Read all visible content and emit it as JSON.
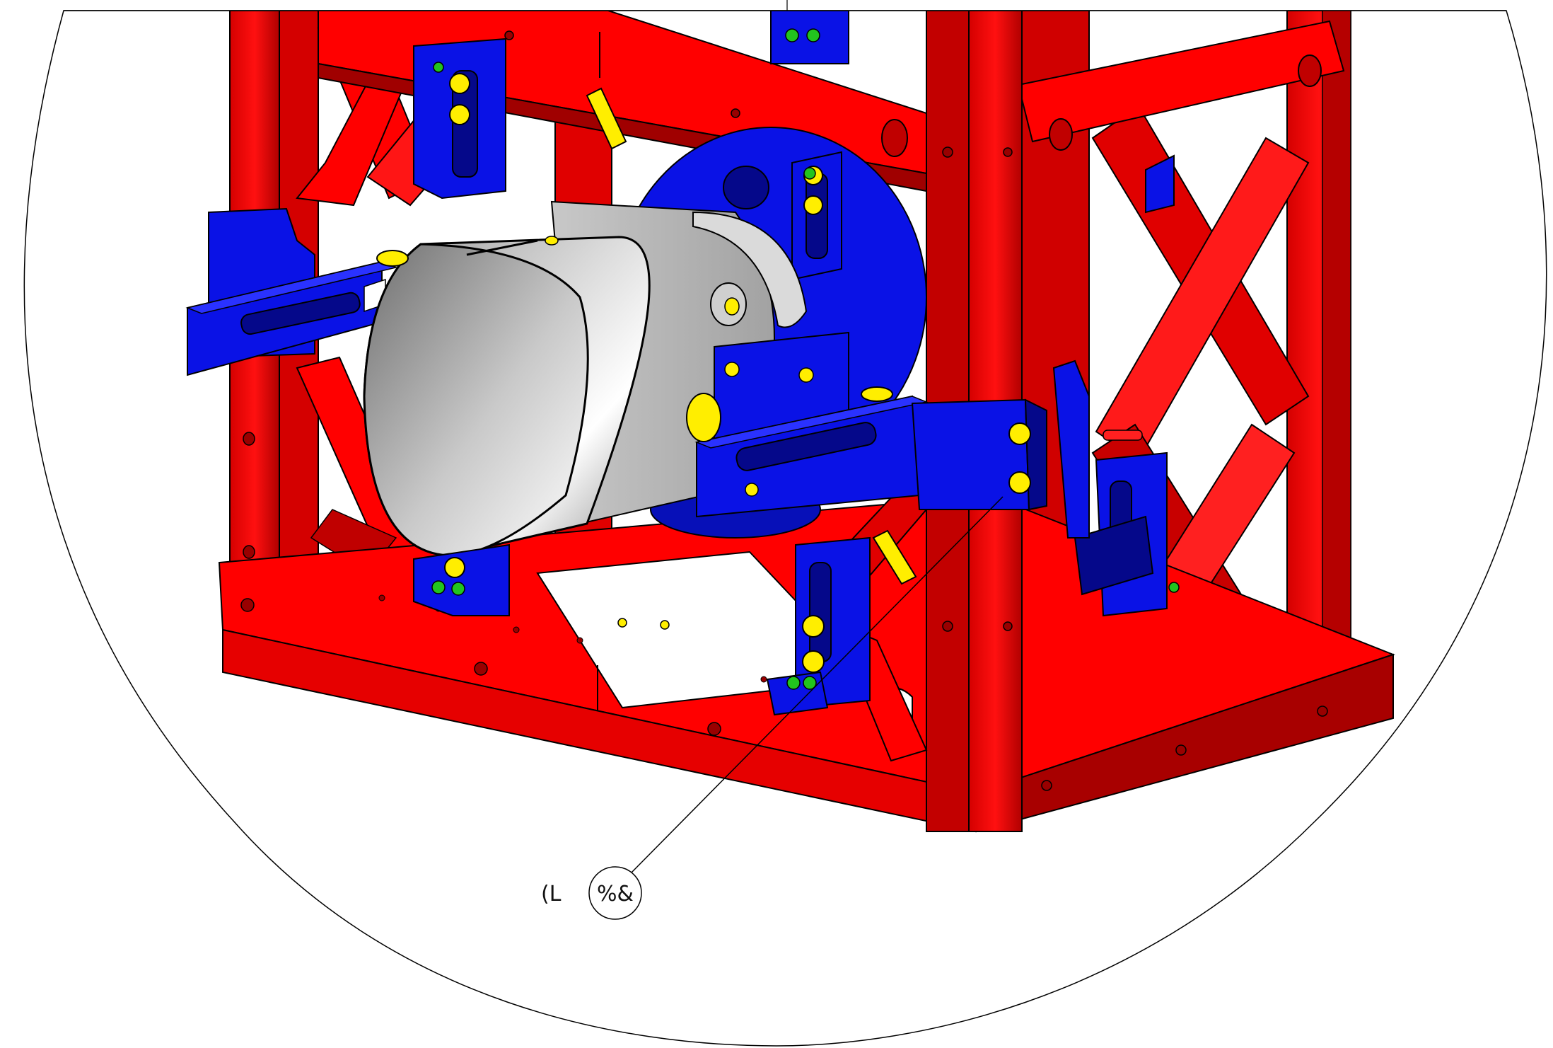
{
  "drawing": {
    "callout_prefix": "(L",
    "balloon_label": "%&"
  },
  "colors": {
    "frame_red": "#ff0000",
    "frame_red_dark": "#c00000",
    "frame_red_shadow": "#8a0000",
    "bracket_blue": "#0a12e6",
    "bracket_blue_dark": "#05088a",
    "screw_yellow": "#ffee00",
    "nut_green": "#22c41e",
    "steel_light": "#f2f2f2",
    "steel_mid": "#b4b4b4",
    "steel_dark": "#7a7a7a",
    "outline": "#000000"
  },
  "icons": {
    "balloon": "circle-balloon",
    "leader": "leader-line"
  }
}
